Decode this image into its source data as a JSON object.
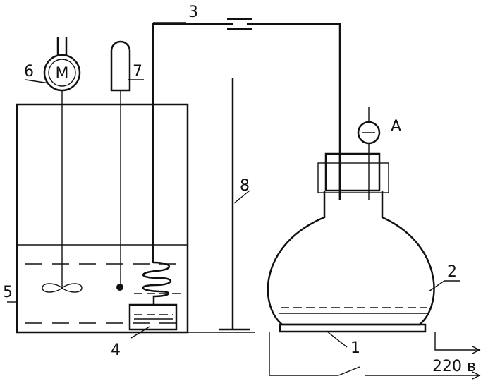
{
  "labels": {
    "l1": "1",
    "l2": "2",
    "l3": "3",
    "l4": "4",
    "l5": "5",
    "l6": "6",
    "l7": "7",
    "l8": "8",
    "ammeter": "A",
    "motor": "M",
    "voltage": "220 в"
  }
}
